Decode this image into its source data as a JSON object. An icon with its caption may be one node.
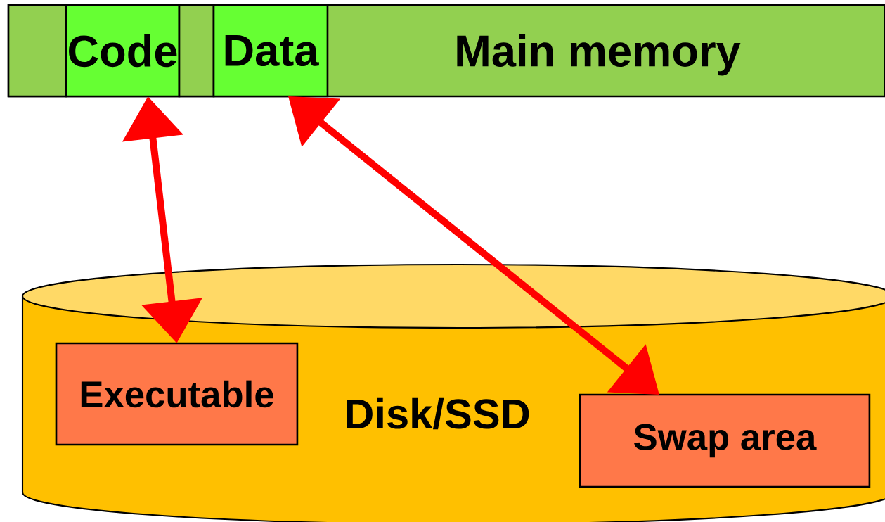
{
  "diagram": {
    "nodes": [
      {
        "text": [
          "Main memory"
        ]
      },
      {
        "text": [],
        "shape": "box",
        "in": 0
      },
      {
        "text": [
          "Code"
        ],
        "in": 0
      },
      {
        "text": [],
        "shape": "box",
        "in": 0
      },
      {
        "text": [
          "Data"
        ],
        "in": 0
      },
      {
        "text": [
          "Disk/SSD"
        ]
      },
      {
        "text": [
          "Executable"
        ],
        "in": 5
      },
      {
        "text": [
          "Swap area"
        ],
        "in": 5
      }
    ],
    "edges": [
      {
        "from": 2,
        "to": 6,
        "arrow": "both"
      },
      {
        "from": 4,
        "to": 7,
        "arrow": "both"
      }
    ]
  }
}
